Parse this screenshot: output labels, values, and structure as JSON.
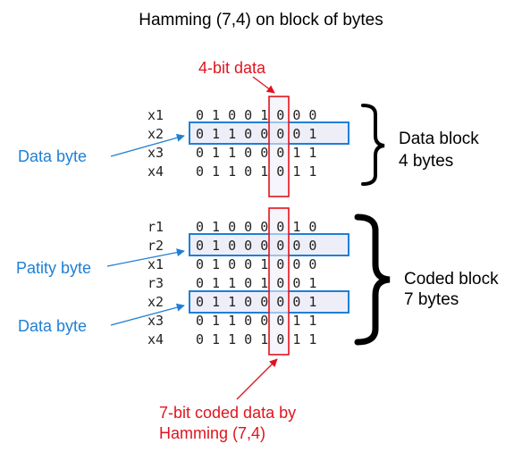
{
  "title": "Hamming (7,4) on block of bytes",
  "labels": {
    "four_bit_data": "4-bit data",
    "data_byte_top": "Data byte",
    "data_block_line1": "Data block",
    "data_block_line2": "4 bytes",
    "parity_byte": "Patity byte",
    "data_byte_bottom": "Data byte",
    "coded_block_line1": "Coded block",
    "coded_block_line2": "7 bytes",
    "coded_data_line1": "7-bit coded data by",
    "coded_data_line2": "Hamming (7,4)"
  },
  "data_block": {
    "rows": [
      {
        "label": "x1",
        "bits": "0 1 0 0 1 0 0 0"
      },
      {
        "label": "x2",
        "bits": "0 1 1 0 0 0 0 1"
      },
      {
        "label": "x3",
        "bits": "0 1 1 0 0 0 1 1"
      },
      {
        "label": "x4",
        "bits": "0 1 1 0 1 0 1 1"
      }
    ]
  },
  "coded_block": {
    "rows": [
      {
        "label": "r1",
        "bits": "0 1 0 0 0 0 1 0"
      },
      {
        "label": "r2",
        "bits": "0 1 0 0 0 0 0 0"
      },
      {
        "label": "x1",
        "bits": "0 1 0 0 1 0 0 0"
      },
      {
        "label": "r3",
        "bits": "0 1 1 0 1 0 0 1"
      },
      {
        "label": "x2",
        "bits": "0 1 1 0 0 0 0 1"
      },
      {
        "label": "x3",
        "bits": "0 1 1 0 0 0 1 1"
      },
      {
        "label": "x4",
        "bits": "0 1 1 0 1 0 1 1"
      }
    ]
  },
  "colors": {
    "red": "#e0141e",
    "blue": "#1f7fd6",
    "highlight_fill": "#eeeef8"
  }
}
